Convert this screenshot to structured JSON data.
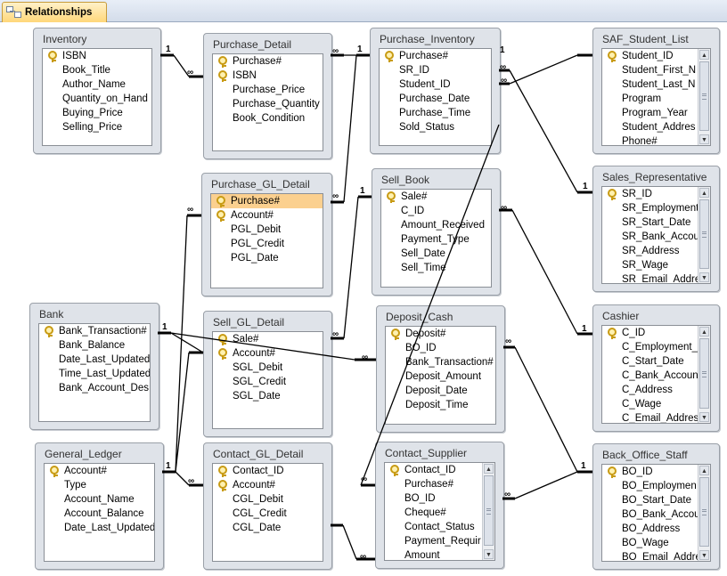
{
  "tab": {
    "title": "Relationships",
    "icon": "relationships-icon"
  },
  "tables": {
    "inventory": {
      "title": "Inventory",
      "fields": [
        {
          "name": "ISBN",
          "key": true
        },
        {
          "name": "Book_Title"
        },
        {
          "name": "Author_Name"
        },
        {
          "name": "Quantity_on_Hand"
        },
        {
          "name": "Buying_Price"
        },
        {
          "name": "Selling_Price"
        }
      ]
    },
    "purchase_detail": {
      "title": "Purchase_Detail",
      "fields": [
        {
          "name": "Purchase#",
          "key": true
        },
        {
          "name": "ISBN",
          "key": true
        },
        {
          "name": "Purchase_Price"
        },
        {
          "name": "Purchase_Quantity"
        },
        {
          "name": "Book_Condition"
        }
      ]
    },
    "purchase_inventory": {
      "title": "Purchase_Inventory",
      "fields": [
        {
          "name": "Purchase#",
          "key": true
        },
        {
          "name": "SR_ID"
        },
        {
          "name": "Student_ID"
        },
        {
          "name": "Purchase_Date"
        },
        {
          "name": "Purchase_Time"
        },
        {
          "name": "Sold_Status"
        }
      ]
    },
    "saf_student_list": {
      "title": "SAF_Student_List",
      "fields": [
        {
          "name": "Student_ID",
          "key": true
        },
        {
          "name": "Student_First_N"
        },
        {
          "name": "Student_Last_N"
        },
        {
          "name": "Program"
        },
        {
          "name": "Program_Year"
        },
        {
          "name": "Student_Addres"
        },
        {
          "name": "Phone#"
        }
      ]
    },
    "purchase_gl_detail": {
      "title": "Purchase_GL_Detail",
      "fields": [
        {
          "name": "Purchase#",
          "key": true,
          "selected": true
        },
        {
          "name": "Account#",
          "key": true
        },
        {
          "name": "PGL_Debit"
        },
        {
          "name": "PGL_Credit"
        },
        {
          "name": "PGL_Date"
        }
      ]
    },
    "sell_book": {
      "title": "Sell_Book",
      "fields": [
        {
          "name": "Sale#",
          "key": true
        },
        {
          "name": "C_ID"
        },
        {
          "name": "Amount_Received"
        },
        {
          "name": "Payment_Type"
        },
        {
          "name": "Sell_Date"
        },
        {
          "name": "Sell_Time"
        }
      ]
    },
    "sales_representative": {
      "title": "Sales_Representative",
      "fields": [
        {
          "name": "SR_ID",
          "key": true
        },
        {
          "name": "SR_Employment"
        },
        {
          "name": "SR_Start_Date"
        },
        {
          "name": "SR_Bank_Accou"
        },
        {
          "name": "SR_Address"
        },
        {
          "name": "SR_Wage"
        },
        {
          "name": "SR_Email_Addre"
        }
      ]
    },
    "bank": {
      "title": "Bank",
      "fields": [
        {
          "name": "Bank_Transaction#",
          "key": true
        },
        {
          "name": "Bank_Balance"
        },
        {
          "name": "Date_Last_Updated"
        },
        {
          "name": "Time_Last_Updated"
        },
        {
          "name": "Bank_Account_Des"
        }
      ]
    },
    "sell_gl_detail": {
      "title": "Sell_GL_Detail",
      "fields": [
        {
          "name": "Sale#",
          "key": true
        },
        {
          "name": "Account#",
          "key": true
        },
        {
          "name": "SGL_Debit"
        },
        {
          "name": "SGL_Credit"
        },
        {
          "name": "SGL_Date"
        }
      ]
    },
    "deposit_cash": {
      "title": "Deposit_Cash",
      "fields": [
        {
          "name": "Deposit#",
          "key": true
        },
        {
          "name": "BO_ID"
        },
        {
          "name": "Bank_Transaction#"
        },
        {
          "name": "Deposit_Amount"
        },
        {
          "name": "Deposit_Date"
        },
        {
          "name": "Deposit_Time"
        }
      ]
    },
    "cashier": {
      "title": "Cashier",
      "fields": [
        {
          "name": "C_ID",
          "key": true
        },
        {
          "name": "C_Employment_"
        },
        {
          "name": "C_Start_Date"
        },
        {
          "name": "C_Bank_Accoun"
        },
        {
          "name": "C_Address"
        },
        {
          "name": "C_Wage"
        },
        {
          "name": "C_Email_Addres"
        }
      ]
    },
    "general_ledger": {
      "title": "General_Ledger",
      "fields": [
        {
          "name": "Account#",
          "key": true
        },
        {
          "name": "Type"
        },
        {
          "name": "Account_Name"
        },
        {
          "name": "Account_Balance"
        },
        {
          "name": "Date_Last_Updated"
        }
      ]
    },
    "contact_gl_detail": {
      "title": "Contact_GL_Detail",
      "fields": [
        {
          "name": "Contact_ID",
          "key": true
        },
        {
          "name": "Account#",
          "key": true
        },
        {
          "name": "CGL_Debit"
        },
        {
          "name": "CGL_Credit"
        },
        {
          "name": "CGL_Date"
        }
      ]
    },
    "contact_supplier": {
      "title": "Contact_Supplier",
      "fields": [
        {
          "name": "Contact_ID",
          "key": true
        },
        {
          "name": "Purchase#"
        },
        {
          "name": "BO_ID"
        },
        {
          "name": "Cheque#"
        },
        {
          "name": "Contact_Status"
        },
        {
          "name": "Payment_Requir"
        },
        {
          "name": "Amount"
        }
      ]
    },
    "back_office_staff": {
      "title": "Back_Office_Staff",
      "fields": [
        {
          "name": "BO_ID",
          "key": true
        },
        {
          "name": "BO_Employmen"
        },
        {
          "name": "BO_Start_Date"
        },
        {
          "name": "BO_Bank_Accou"
        },
        {
          "name": "BO_Address"
        },
        {
          "name": "BO_Wage"
        },
        {
          "name": "BO_Email_Addre"
        }
      ]
    }
  },
  "relationship_labels": {
    "one": "1",
    "many": "∞"
  },
  "colors": {
    "line": "#000000",
    "selected_field": "#fbd08f",
    "table_frame": "#dfe3e9"
  }
}
